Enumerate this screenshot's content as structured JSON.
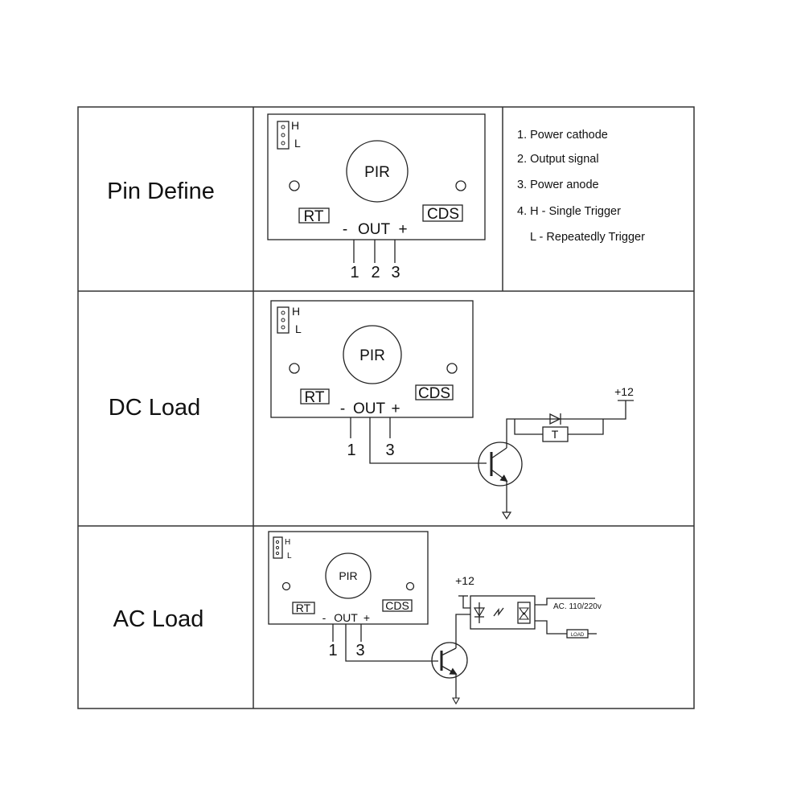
{
  "rows": {
    "pin_define": {
      "label": "Pin Define",
      "pcb": {
        "h": "H",
        "l": "L",
        "pir": "PIR",
        "rt": "RT",
        "cds": "CDS",
        "minus": "-",
        "out": "OUT",
        "plus": "+"
      },
      "pins": [
        "1",
        "2",
        "3"
      ],
      "descriptions": [
        "1. Power cathode",
        "2. Output signal",
        "3. Power anode",
        "4. H - Single Trigger",
        "L -  Repeatedly Trigger"
      ]
    },
    "dc_load": {
      "label": "DC Load",
      "pcb": {
        "h": "H",
        "l": "L",
        "pir": "PIR",
        "rt": "RT",
        "cds": "CDS",
        "minus": "-",
        "out": "OUT",
        "plus": "+"
      },
      "pins": [
        "1",
        "3"
      ],
      "supply": "+12",
      "relay": "T"
    },
    "ac_load": {
      "label": "AC Load",
      "pcb": {
        "h": "H",
        "l": "L",
        "pir": "PIR",
        "rt": "RT",
        "cds": "CDS",
        "minus": "-",
        "out": "OUT",
        "plus": "+"
      },
      "pins": [
        "1",
        "3"
      ],
      "supply": "+12",
      "ac": "AC. 110/220v",
      "load": "LOAD"
    }
  }
}
